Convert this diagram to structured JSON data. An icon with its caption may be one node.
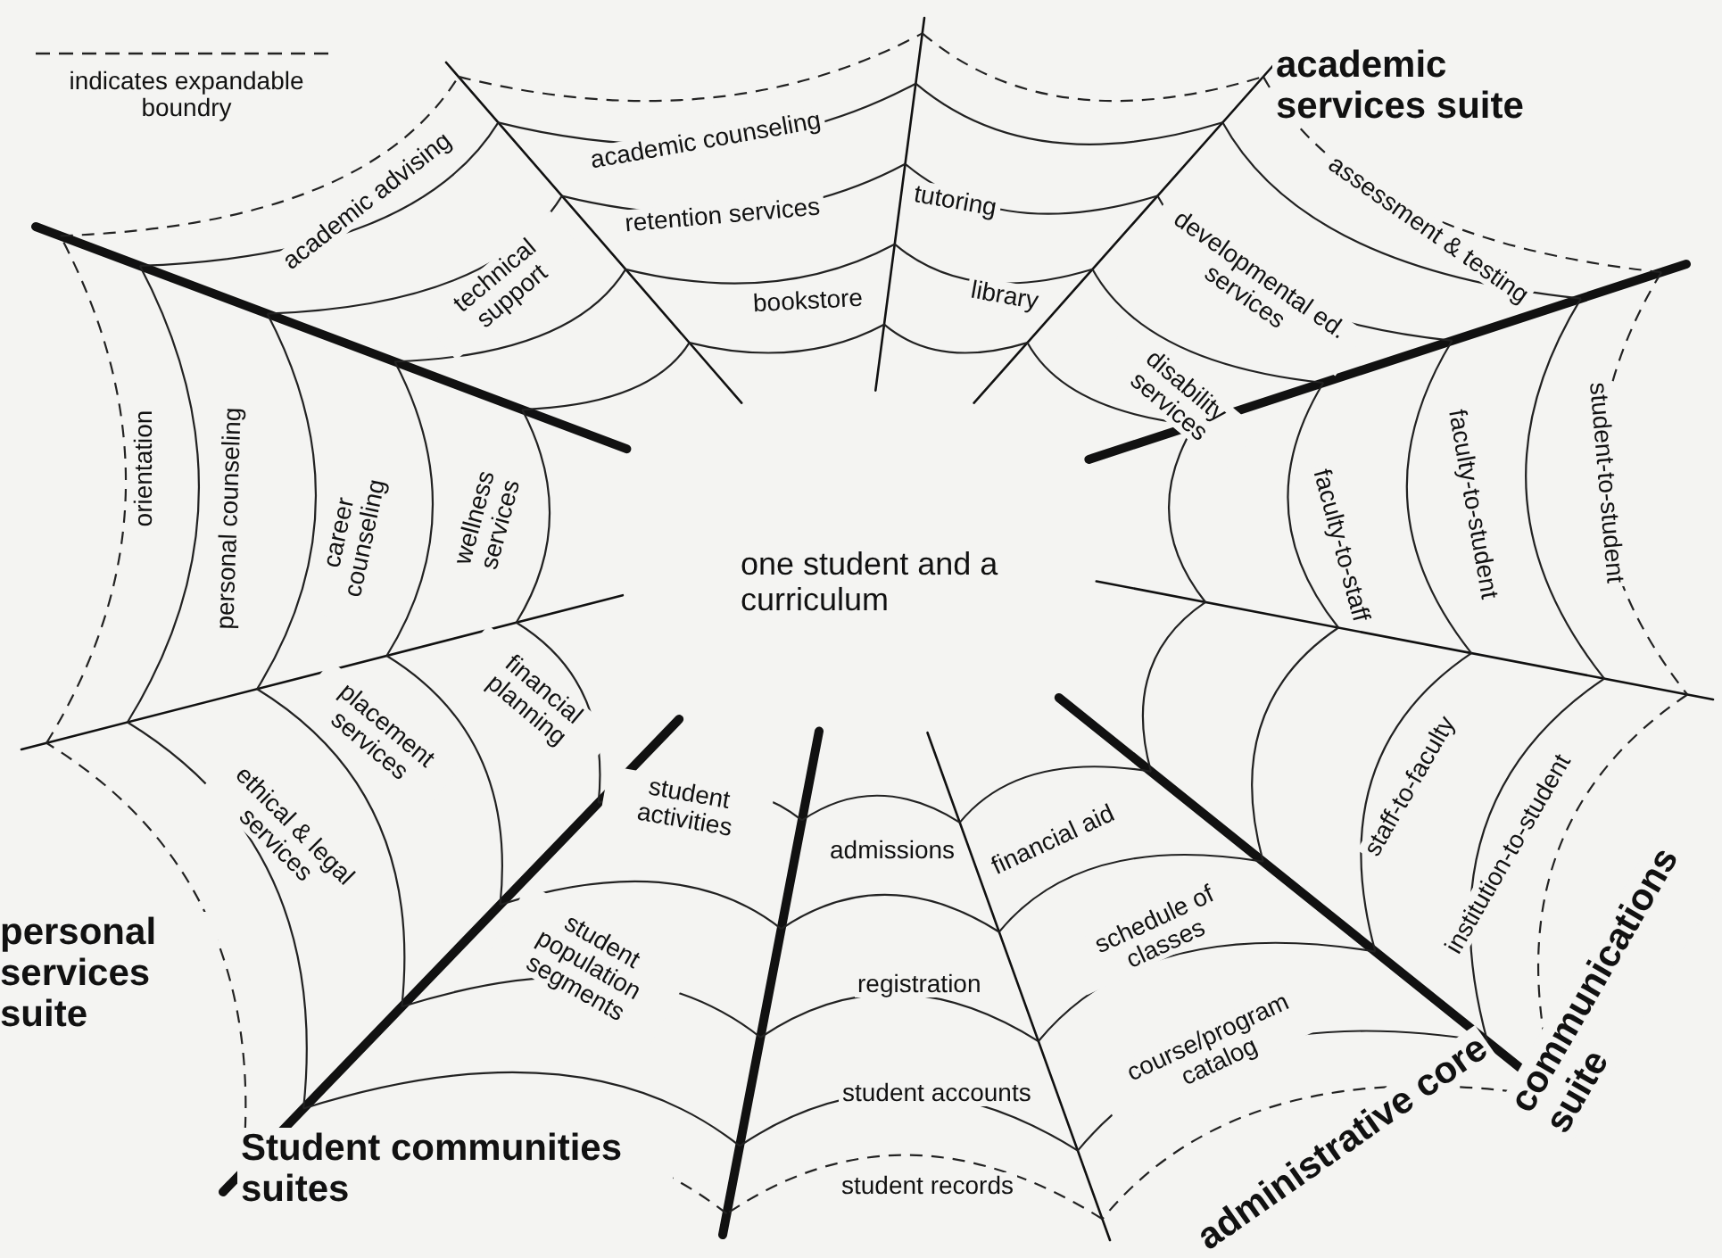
{
  "diagram": {
    "labels": [
      "academic counseling",
      "academic services suite",
      "academic advising",
      "retention services",
      "tutoring",
      "assessment & testing",
      "technical support",
      "bookstore",
      "library",
      "developmental ed. services",
      "disability services",
      "orientation",
      "personal counseling",
      "career counseling",
      "wellness services",
      "faculty-to-staff",
      "faculty-to-student",
      "student-to-student",
      "one student and a curriculum",
      "placement services",
      "financial planning",
      "ethical & legal services",
      "student activities",
      "admissions",
      "financial aid",
      "staff-to-faculty",
      "institution-to-student",
      "personal services suite",
      "student population segments",
      "registration",
      "schedule of classes",
      "communications suite",
      "course/program catalog",
      "student accounts",
      "Student communities suites",
      "student records",
      "administrative core"
    ],
    "legend": [
      {
        "text": "indicates expandable boundry"
      }
    ]
  }
}
